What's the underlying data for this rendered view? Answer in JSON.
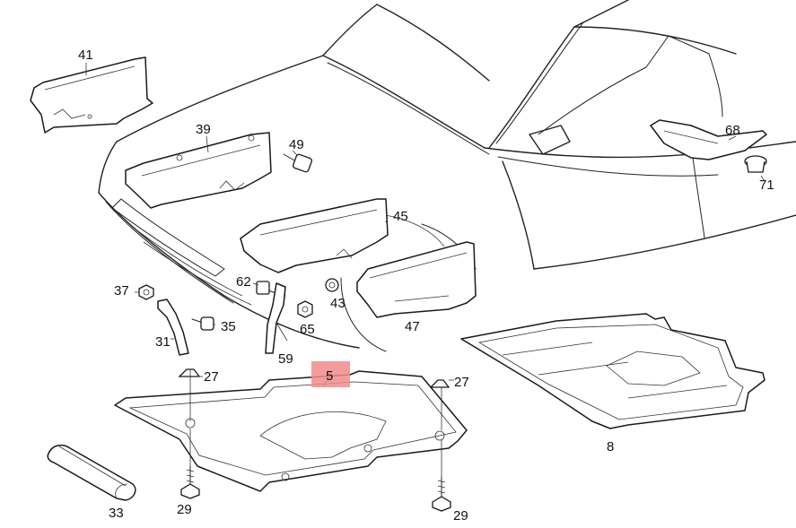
{
  "highlight": {
    "label": "5",
    "color": "#f28b8b"
  },
  "callouts": [
    {
      "id": "41"
    },
    {
      "id": "39"
    },
    {
      "id": "49"
    },
    {
      "id": "68"
    },
    {
      "id": "71"
    },
    {
      "id": "45"
    },
    {
      "id": "62"
    },
    {
      "id": "43"
    },
    {
      "id": "37"
    },
    {
      "id": "35"
    },
    {
      "id": "65"
    },
    {
      "id": "47"
    },
    {
      "id": "31"
    },
    {
      "id": "59"
    },
    {
      "id": "27"
    },
    {
      "id": "27"
    },
    {
      "id": "8"
    },
    {
      "id": "33"
    },
    {
      "id": "29"
    },
    {
      "id": "29"
    }
  ]
}
